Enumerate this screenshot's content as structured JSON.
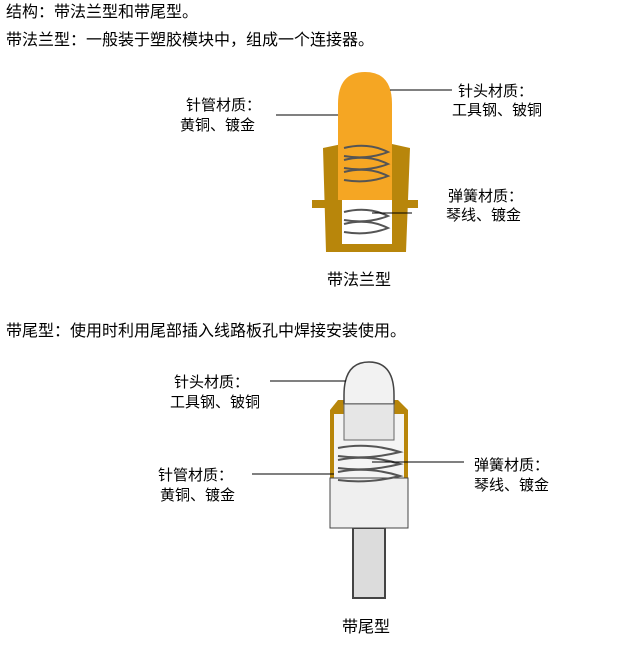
{
  "intro": {
    "structure": "结构：带法兰型和带尾型。",
    "flange_desc": "带法兰型：一般装于塑胶模块中，组成一个连接器。",
    "tail_desc": "带尾型：使用时利用尾部插入线路板孔中焊接安装使用。"
  },
  "flange_diagram": {
    "caption": "带法兰型",
    "tube_label": "针管材质：",
    "tube_material": "黄铜、镀金",
    "head_label": "针头材质：",
    "head_material": "工具钢、铍铜",
    "spring_label": "弹簧材质：",
    "spring_material": "琴线、镀金"
  },
  "tail_diagram": {
    "caption": "带尾型",
    "head_label": "针头材质：",
    "head_material": "工具钢、铍铜",
    "tube_label": "针管材质：",
    "tube_material": "黄铜、镀金",
    "spring_label": "弹簧材质：",
    "spring_material": "琴线、镀金"
  },
  "colors": {
    "gold": "#f5a623",
    "brass": "#b8860b",
    "steel": "#e8e8e8"
  }
}
